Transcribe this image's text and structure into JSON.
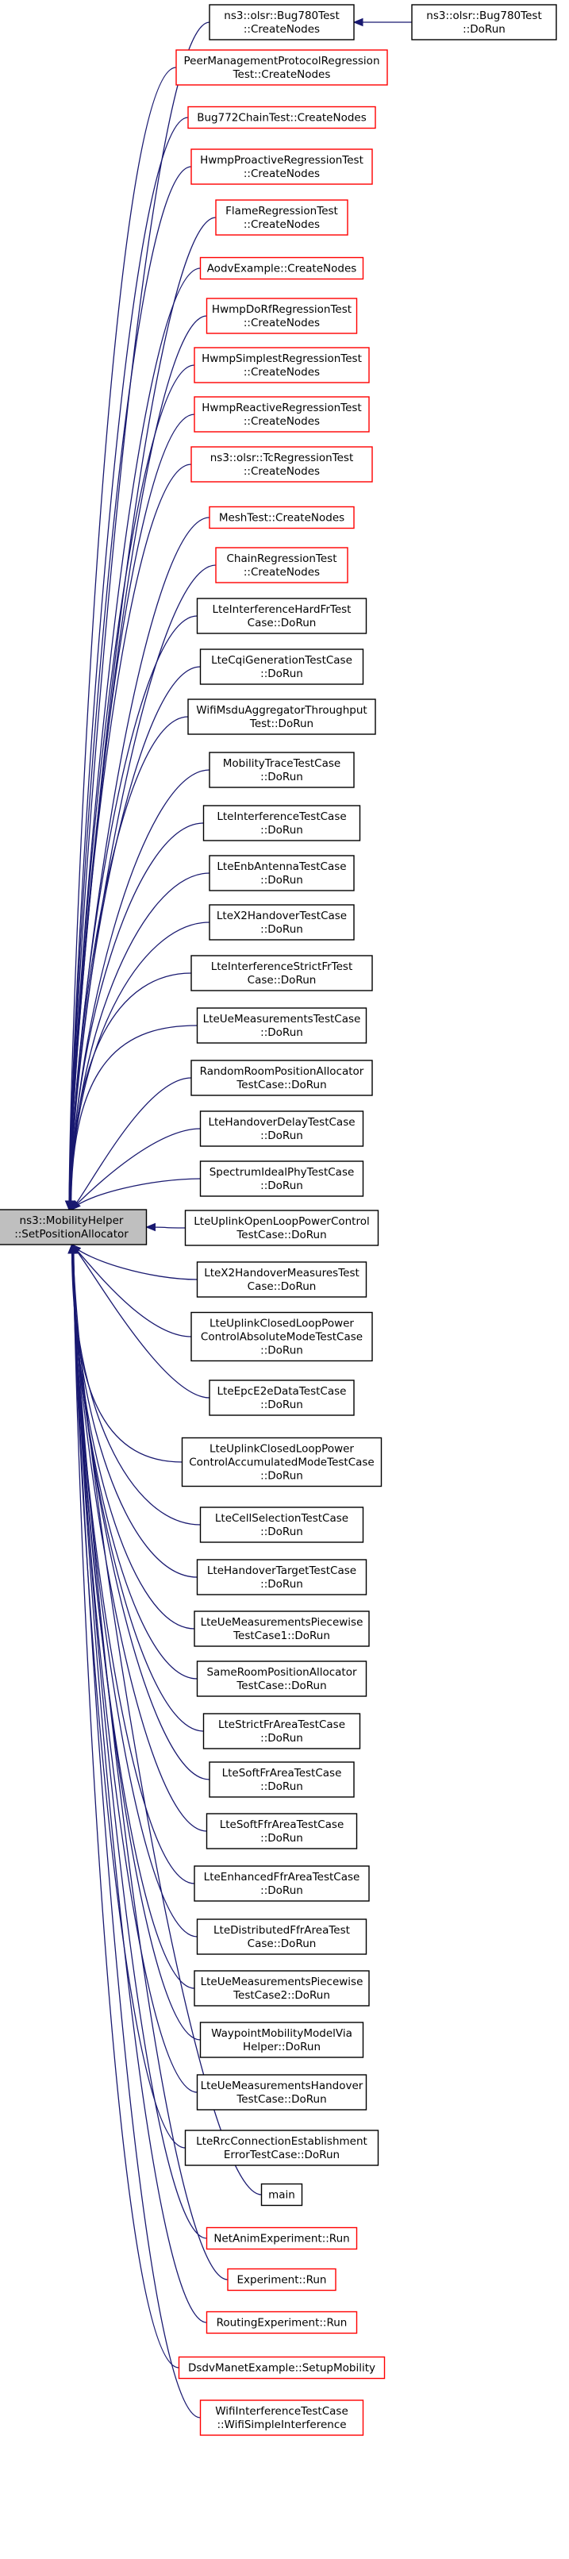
{
  "root": {
    "lines": [
      "ns3::MobilityHelper",
      "::SetPositionAllocator"
    ]
  },
  "callers": [
    {
      "lines": [
        "ns3::olsr::Bug780Test",
        "::CreateNodes"
      ],
      "color": "black"
    },
    {
      "lines": [
        "PeerManagementProtocolRegression",
        "Test::CreateNodes"
      ],
      "color": "red"
    },
    {
      "lines": [
        "Bug772ChainTest::CreateNodes"
      ],
      "color": "red"
    },
    {
      "lines": [
        "HwmpProactiveRegressionTest",
        "::CreateNodes"
      ],
      "color": "red"
    },
    {
      "lines": [
        "FlameRegressionTest",
        "::CreateNodes"
      ],
      "color": "red"
    },
    {
      "lines": [
        "AodvExample::CreateNodes"
      ],
      "color": "red"
    },
    {
      "lines": [
        "HwmpDoRfRegressionTest",
        "::CreateNodes"
      ],
      "color": "red"
    },
    {
      "lines": [
        "HwmpSimplestRegressionTest",
        "::CreateNodes"
      ],
      "color": "red"
    },
    {
      "lines": [
        "HwmpReactiveRegressionTest",
        "::CreateNodes"
      ],
      "color": "red"
    },
    {
      "lines": [
        "ns3::olsr::TcRegressionTest",
        "::CreateNodes"
      ],
      "color": "red"
    },
    {
      "lines": [
        "MeshTest::CreateNodes"
      ],
      "color": "red"
    },
    {
      "lines": [
        "ChainRegressionTest",
        "::CreateNodes"
      ],
      "color": "red"
    },
    {
      "lines": [
        "LteInterferenceHardFrTest",
        "Case::DoRun"
      ],
      "color": "black"
    },
    {
      "lines": [
        "LteCqiGenerationTestCase",
        "::DoRun"
      ],
      "color": "black"
    },
    {
      "lines": [
        "WifiMsduAggregatorThroughput",
        "Test::DoRun"
      ],
      "color": "black"
    },
    {
      "lines": [
        "MobilityTraceTestCase",
        "::DoRun"
      ],
      "color": "black"
    },
    {
      "lines": [
        "LteInterferenceTestCase",
        "::DoRun"
      ],
      "color": "black"
    },
    {
      "lines": [
        "LteEnbAntennaTestCase",
        "::DoRun"
      ],
      "color": "black"
    },
    {
      "lines": [
        "LteX2HandoverTestCase",
        "::DoRun"
      ],
      "color": "black"
    },
    {
      "lines": [
        "LteInterferenceStrictFrTest",
        "Case::DoRun"
      ],
      "color": "black"
    },
    {
      "lines": [
        "LteUeMeasurementsTestCase",
        "::DoRun"
      ],
      "color": "black"
    },
    {
      "lines": [
        "RandomRoomPositionAllocator",
        "TestCase::DoRun"
      ],
      "color": "black"
    },
    {
      "lines": [
        "LteHandoverDelayTestCase",
        "::DoRun"
      ],
      "color": "black"
    },
    {
      "lines": [
        "SpectrumIdealPhyTestCase",
        "::DoRun"
      ],
      "color": "black"
    },
    {
      "lines": [
        "LteUplinkOpenLoopPowerControl",
        "TestCase::DoRun"
      ],
      "color": "black"
    },
    {
      "lines": [
        "LteX2HandoverMeasuresTest",
        "Case::DoRun"
      ],
      "color": "black"
    },
    {
      "lines": [
        "LteUplinkClosedLoopPower",
        "ControlAbsoluteModeTestCase",
        "::DoRun"
      ],
      "color": "black"
    },
    {
      "lines": [
        "LteEpcE2eDataTestCase",
        "::DoRun"
      ],
      "color": "black"
    },
    {
      "lines": [
        "LteUplinkClosedLoopPower",
        "ControlAccumulatedModeTestCase",
        "::DoRun"
      ],
      "color": "black"
    },
    {
      "lines": [
        "LteCellSelectionTestCase",
        "::DoRun"
      ],
      "color": "black"
    },
    {
      "lines": [
        "LteHandoverTargetTestCase",
        "::DoRun"
      ],
      "color": "black"
    },
    {
      "lines": [
        "LteUeMeasurementsPiecewise",
        "TestCase1::DoRun"
      ],
      "color": "black"
    },
    {
      "lines": [
        "SameRoomPositionAllocator",
        "TestCase::DoRun"
      ],
      "color": "black"
    },
    {
      "lines": [
        "LteStrictFrAreaTestCase",
        "::DoRun"
      ],
      "color": "black"
    },
    {
      "lines": [
        "LteSoftFrAreaTestCase",
        "::DoRun"
      ],
      "color": "black"
    },
    {
      "lines": [
        "LteSoftFfrAreaTestCase",
        "::DoRun"
      ],
      "color": "black"
    },
    {
      "lines": [
        "LteEnhancedFfrAreaTestCase",
        "::DoRun"
      ],
      "color": "black"
    },
    {
      "lines": [
        "LteDistributedFfrAreaTest",
        "Case::DoRun"
      ],
      "color": "black"
    },
    {
      "lines": [
        "LteUeMeasurementsPiecewise",
        "TestCase2::DoRun"
      ],
      "color": "black"
    },
    {
      "lines": [
        "WaypointMobilityModelVia",
        "Helper::DoRun"
      ],
      "color": "black"
    },
    {
      "lines": [
        "LteUeMeasurementsHandover",
        "TestCase::DoRun"
      ],
      "color": "black"
    },
    {
      "lines": [
        "LteRrcConnectionEstablishment",
        "ErrorTestCase::DoRun"
      ],
      "color": "black"
    },
    {
      "lines": [
        "main"
      ],
      "color": "black"
    },
    {
      "lines": [
        "NetAnimExperiment::Run"
      ],
      "color": "red"
    },
    {
      "lines": [
        "Experiment::Run"
      ],
      "color": "red"
    },
    {
      "lines": [
        "RoutingExperiment::Run"
      ],
      "color": "red"
    },
    {
      "lines": [
        "DsdvManetExample::SetupMobility"
      ],
      "color": "red"
    },
    {
      "lines": [
        "WifiInterferenceTestCase",
        "::WifiSimpleInterference"
      ],
      "color": "red"
    }
  ],
  "second_level": {
    "lines": [
      "ns3::olsr::Bug780Test",
      "::DoRun"
    ],
    "color": "black",
    "calls": 0
  },
  "colors": {
    "edge": "#191970",
    "root_fill": "#bfbfbf",
    "normal_border": "#000000",
    "warning_border": "#ff0000"
  }
}
